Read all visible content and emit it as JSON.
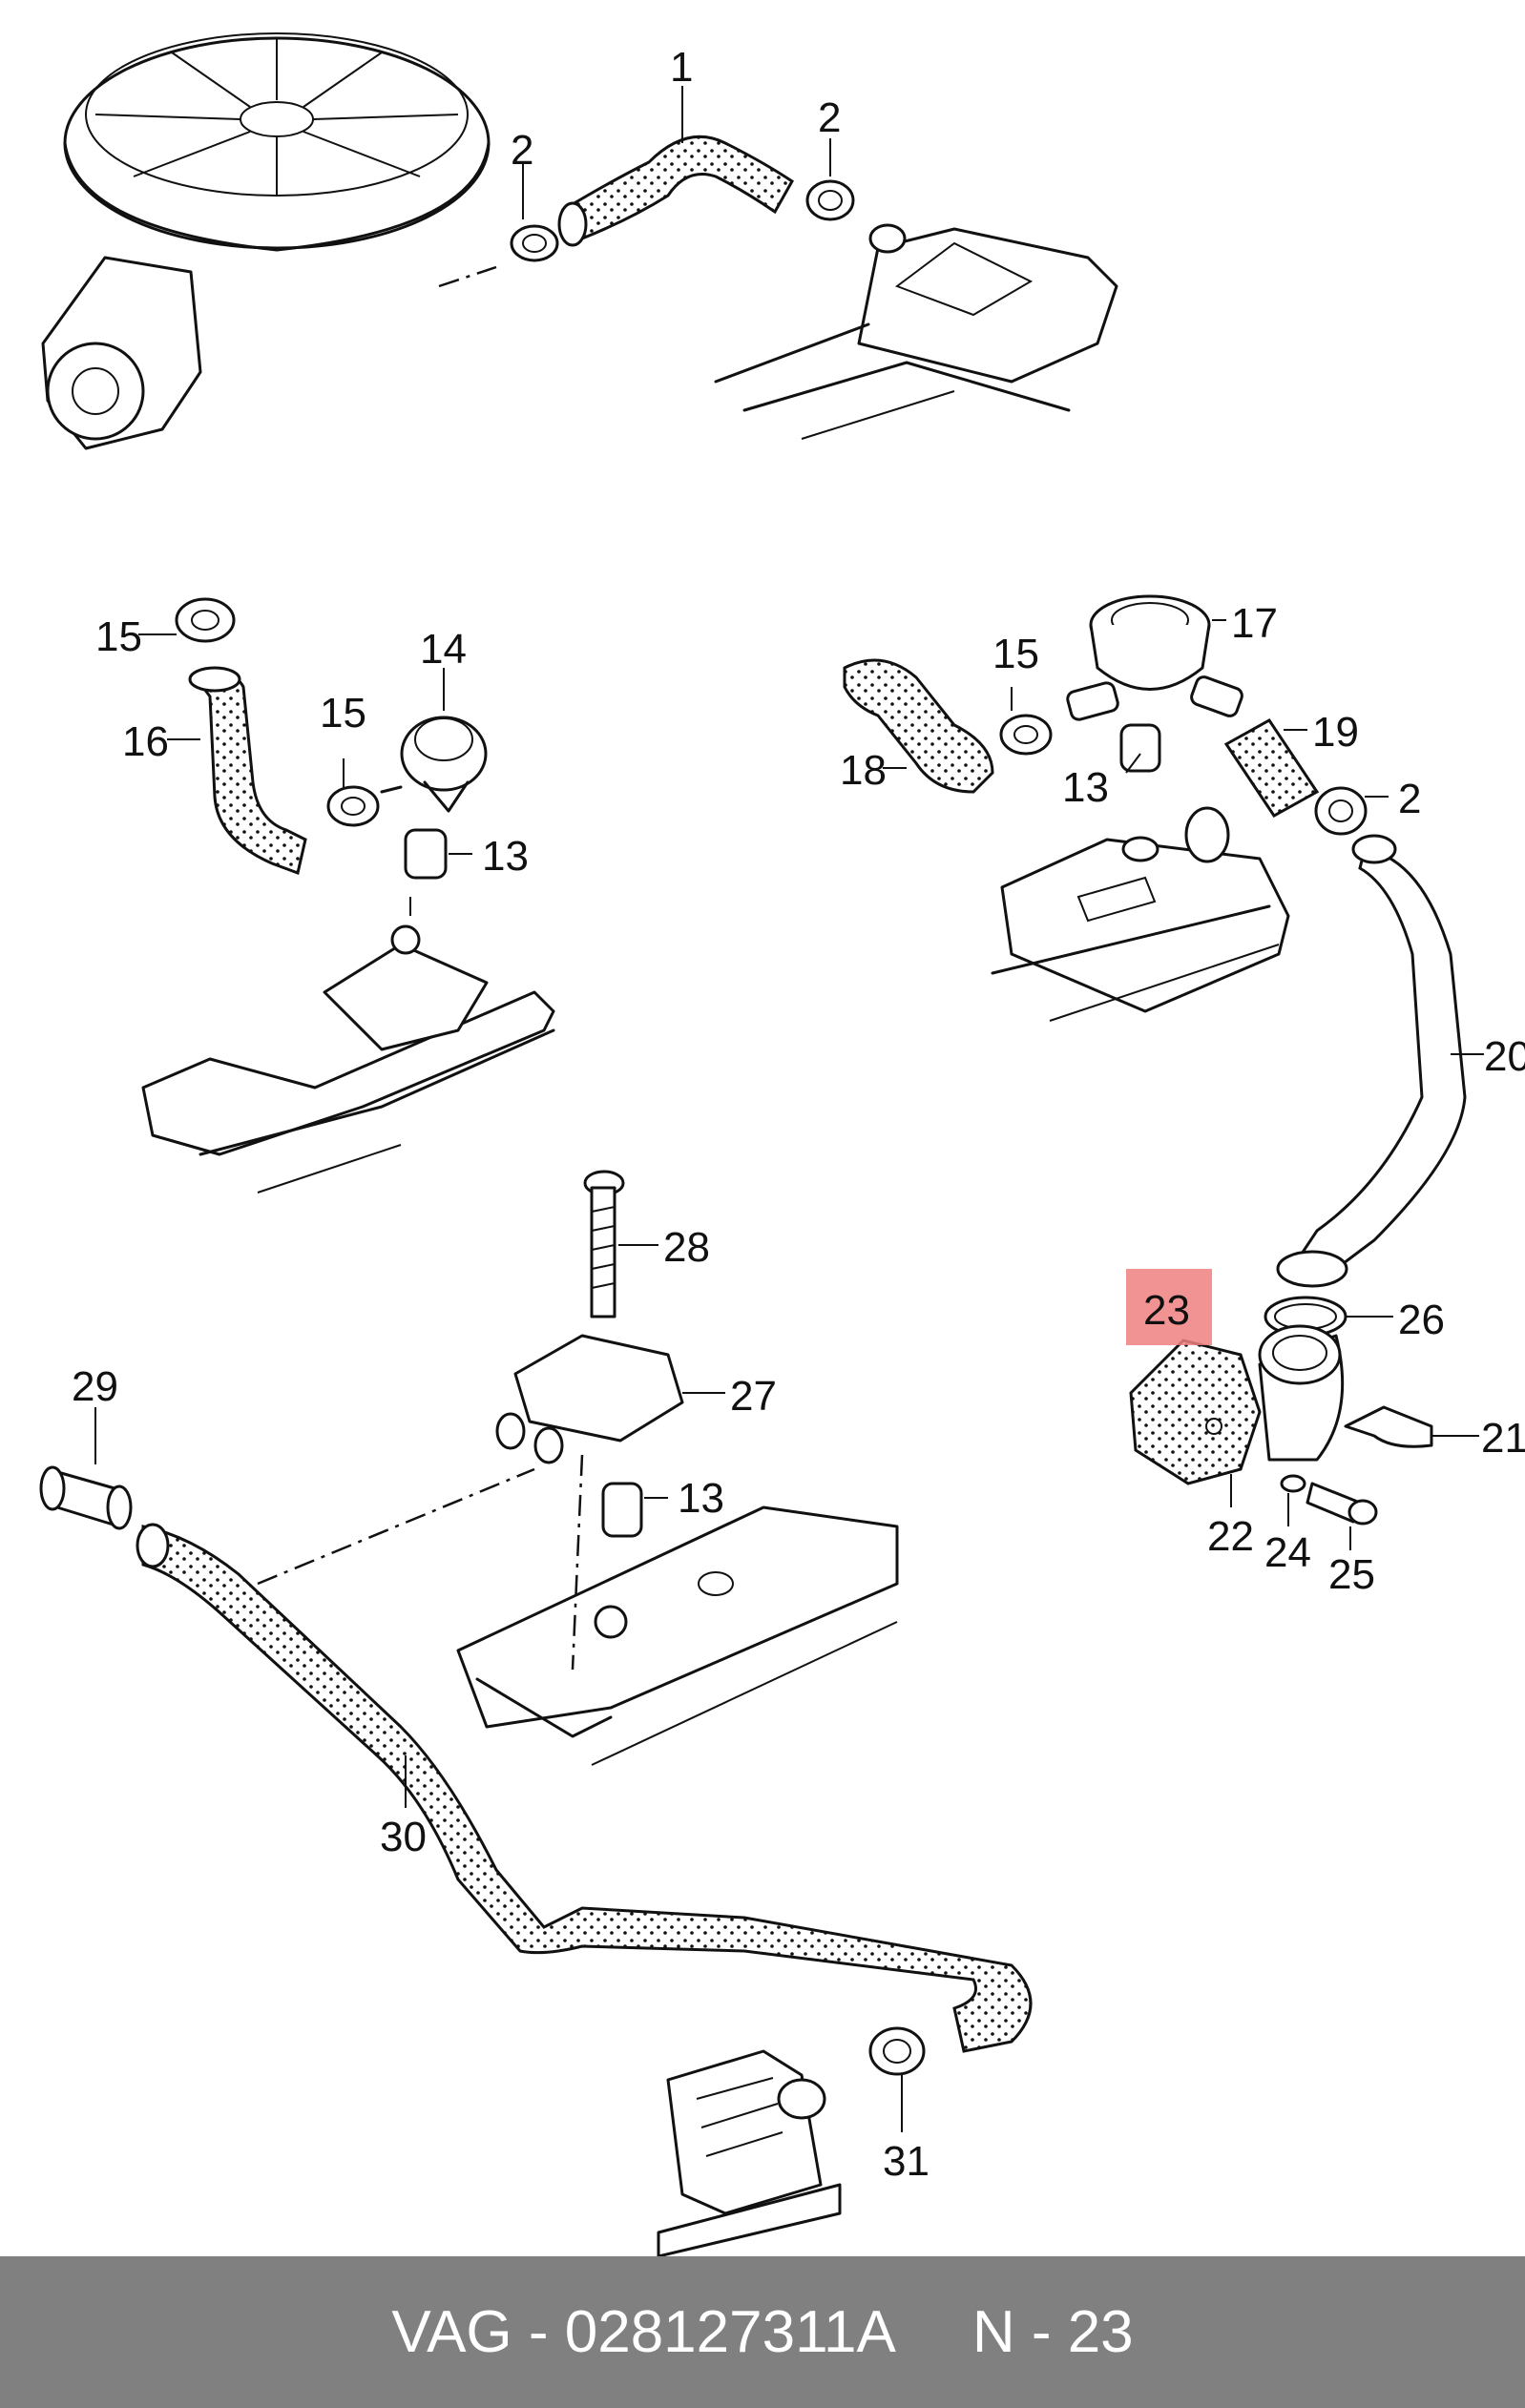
{
  "diagram": {
    "callouts": [
      {
        "id": "c1",
        "text": "1"
      },
      {
        "id": "c2a",
        "text": "2"
      },
      {
        "id": "c2b",
        "text": "2"
      },
      {
        "id": "c2c",
        "text": "2"
      },
      {
        "id": "c13a",
        "text": "13"
      },
      {
        "id": "c13b",
        "text": "13"
      },
      {
        "id": "c13c",
        "text": "13"
      },
      {
        "id": "c14",
        "text": "14"
      },
      {
        "id": "c15a",
        "text": "15"
      },
      {
        "id": "c15b",
        "text": "15"
      },
      {
        "id": "c15c",
        "text": "15"
      },
      {
        "id": "c16",
        "text": "16"
      },
      {
        "id": "c17",
        "text": "17"
      },
      {
        "id": "c18",
        "text": "18"
      },
      {
        "id": "c19",
        "text": "19"
      },
      {
        "id": "c20",
        "text": "20"
      },
      {
        "id": "c21",
        "text": "21"
      },
      {
        "id": "c22",
        "text": "22"
      },
      {
        "id": "c23",
        "text": "23"
      },
      {
        "id": "c24",
        "text": "24"
      },
      {
        "id": "c25",
        "text": "25"
      },
      {
        "id": "c26",
        "text": "26"
      },
      {
        "id": "c27",
        "text": "27"
      },
      {
        "id": "c28",
        "text": "28"
      },
      {
        "id": "c29",
        "text": "29"
      },
      {
        "id": "c30",
        "text": "30"
      },
      {
        "id": "c31",
        "text": "31"
      }
    ],
    "highlight": {
      "callout": "23",
      "color": "#f08080"
    }
  },
  "footer": {
    "part_line": "VAG - 028127311A",
    "page_ref": "N - 23",
    "background": "#808080"
  }
}
